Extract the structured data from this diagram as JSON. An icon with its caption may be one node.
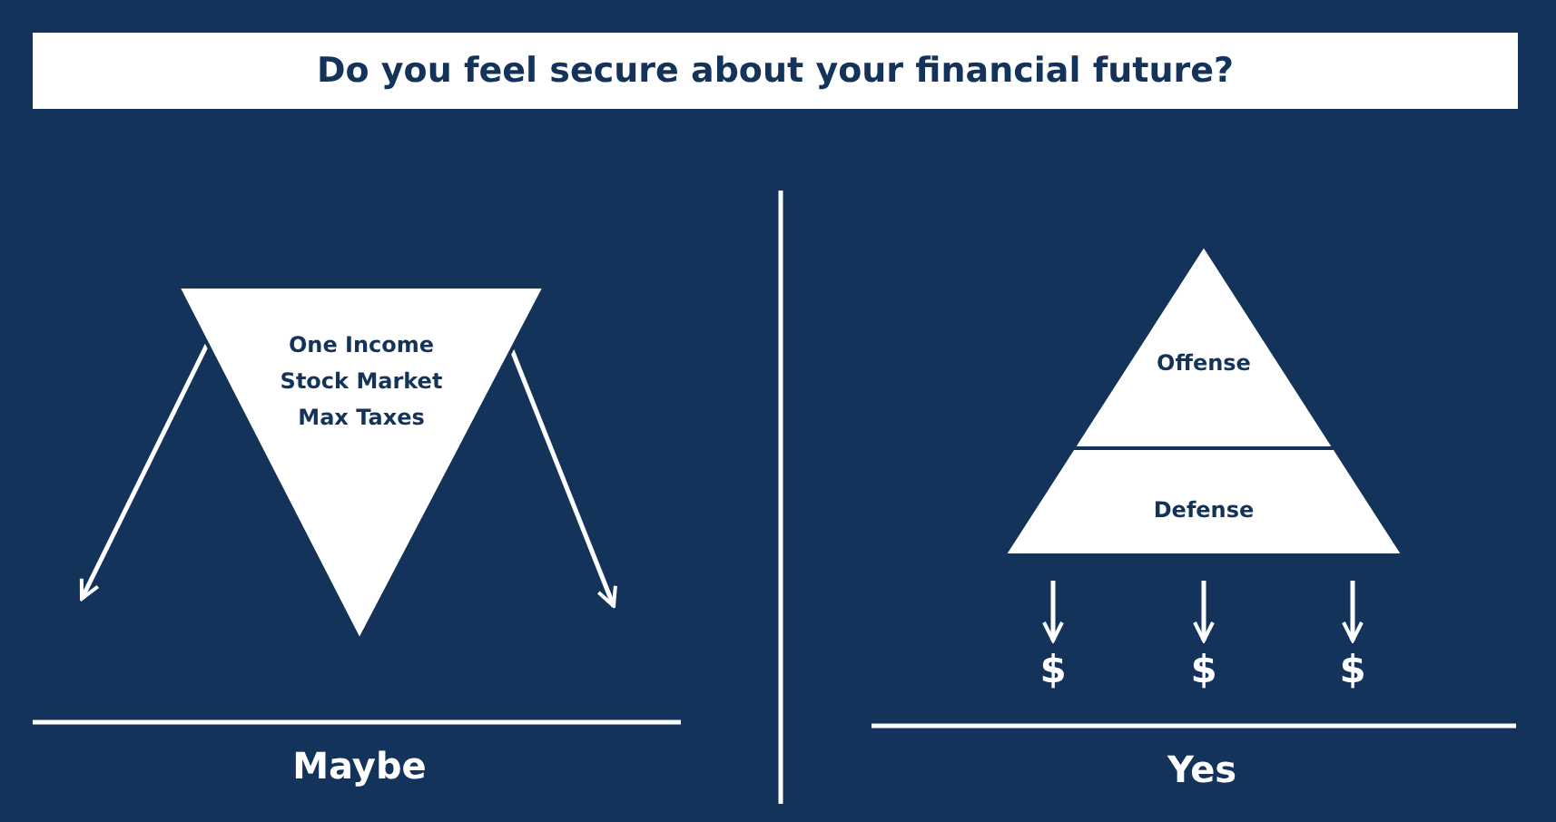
{
  "diagram": {
    "title": "Do you feel secure about your financial future?",
    "nodes": [
      {
        "text": [
          "One Income",
          "Stock Market",
          "Max Taxes"
        ]
      },
      {
        "text": [
          "Offense"
        ]
      },
      {
        "text": [
          "Defense"
        ]
      },
      {
        "text": [
          "$"
        ]
      },
      {
        "text": [
          "$"
        ]
      },
      {
        "text": [
          "$"
        ]
      }
    ],
    "edges": [
      {
        "from": 0,
        "to": null,
        "arrow": "to"
      },
      {
        "from": 0,
        "to": null,
        "arrow": "to"
      },
      {
        "from": 2,
        "to": 3,
        "arrow": "to"
      },
      {
        "from": 2,
        "to": 4,
        "arrow": "to"
      },
      {
        "from": 2,
        "to": 5,
        "arrow": "to"
      }
    ],
    "labels": [
      "Maybe",
      "Yes"
    ]
  }
}
